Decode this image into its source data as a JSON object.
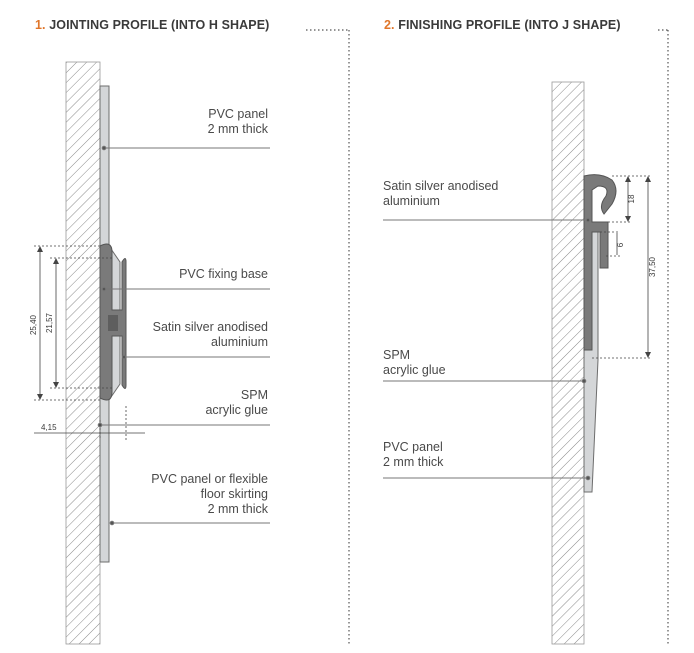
{
  "titles": {
    "left_number": "1.",
    "left_text": "JOINTING PROFILE (INTO H SHAPE)",
    "right_number": "2.",
    "right_text": "FINISHING PROFILE (INTO J SHAPE)"
  },
  "left_labels": {
    "pvc_panel": [
      "PVC panel",
      "2 mm thick"
    ],
    "fixing_base": [
      "PVC fixing base"
    ],
    "aluminium": [
      "Satin silver anodised",
      "aluminium"
    ],
    "glue": [
      "SPM",
      "acrylic glue"
    ],
    "skirting": [
      "PVC panel or flexible",
      "floor skirting",
      "2 mm thick"
    ]
  },
  "right_labels": {
    "aluminium": [
      "Satin silver anodised",
      "aluminium"
    ],
    "glue": [
      "SPM",
      "acrylic glue"
    ],
    "pvc_panel": [
      "PVC panel",
      "2 mm thick"
    ]
  },
  "dimensions": {
    "left_outer": "25,40",
    "left_inner": "21,57",
    "left_depth": "4,15",
    "right_total": "37,50",
    "right_upper": "18",
    "right_small": "6"
  },
  "colors": {
    "accent": "#e0762a",
    "text": "#4a4a4a",
    "profile": "#7a7a7a",
    "panel": "#d4d6d8"
  }
}
